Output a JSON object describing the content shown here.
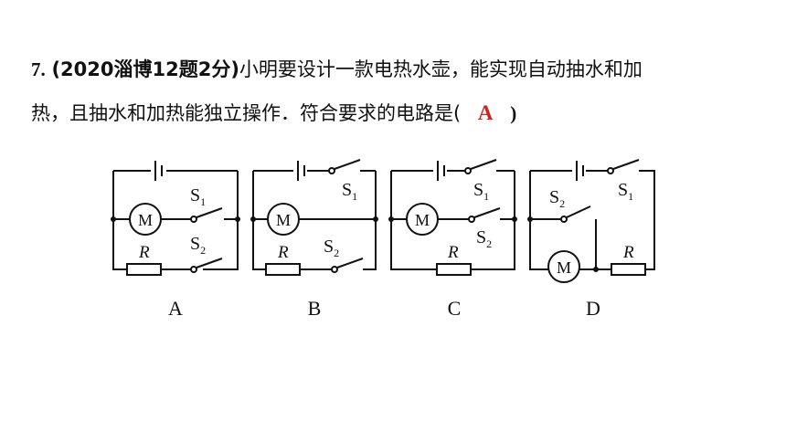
{
  "question": {
    "number": "7.",
    "source": "(2020淄博12题2分)",
    "text_line1": "小明要设计一款电热水壶，能实现自动抽水和加",
    "text_line2": "热，且抽水和加热能独立操作．符合要求的电路是(",
    "answer": "A",
    "close_paren": ")"
  },
  "labels": {
    "motor": "M",
    "resistor": "R",
    "switch_prefix": "S",
    "s1_sub": "1",
    "s2_sub": "2"
  },
  "options": [
    "A",
    "B",
    "C",
    "D"
  ],
  "colors": {
    "answer": "#d0241e",
    "ink": "#111111"
  }
}
